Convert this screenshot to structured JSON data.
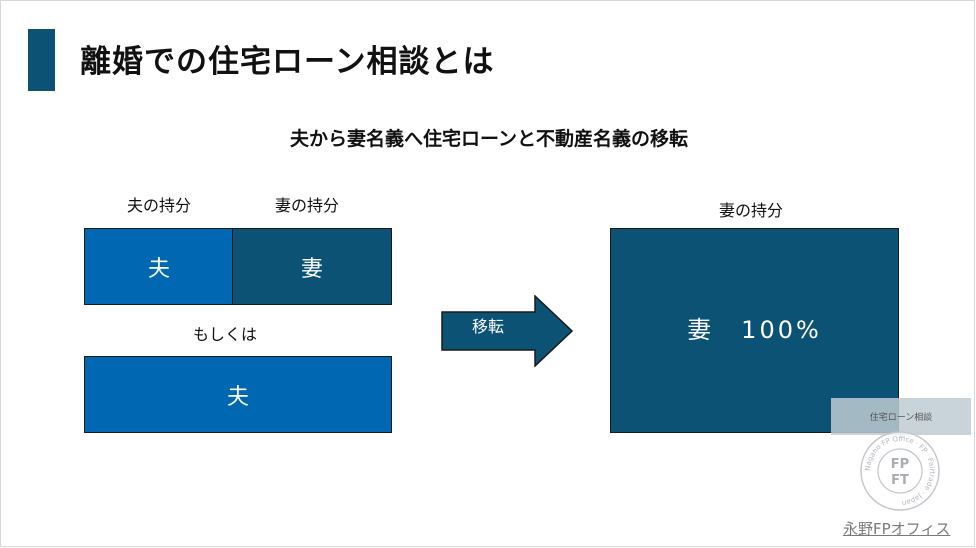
{
  "title": "離婚での住宅ローン相談とは",
  "subtitle": "夫から妻名義へ住宅ローンと不動産名義の移転",
  "left": {
    "husband_share_label": "夫の持分",
    "wife_share_label": "妻の持分",
    "husband_box": "夫",
    "wife_box": "妻",
    "or_label": "もしくは",
    "husband_only_box": "夫"
  },
  "arrow_label": "移転",
  "right": {
    "wife_share_label": "妻の持分",
    "result_box": "妻　100%"
  },
  "overlay_text": "住宅ローン相談",
  "seal": {
    "center_top": "FP",
    "center_bottom": "FT",
    "ring_text": "Nagano FP Office · FP · Fairtrade · Japan"
  },
  "footer_link": "永野FPオフィス",
  "colors": {
    "blue": "#0067b3",
    "teal": "#0b5275"
  }
}
